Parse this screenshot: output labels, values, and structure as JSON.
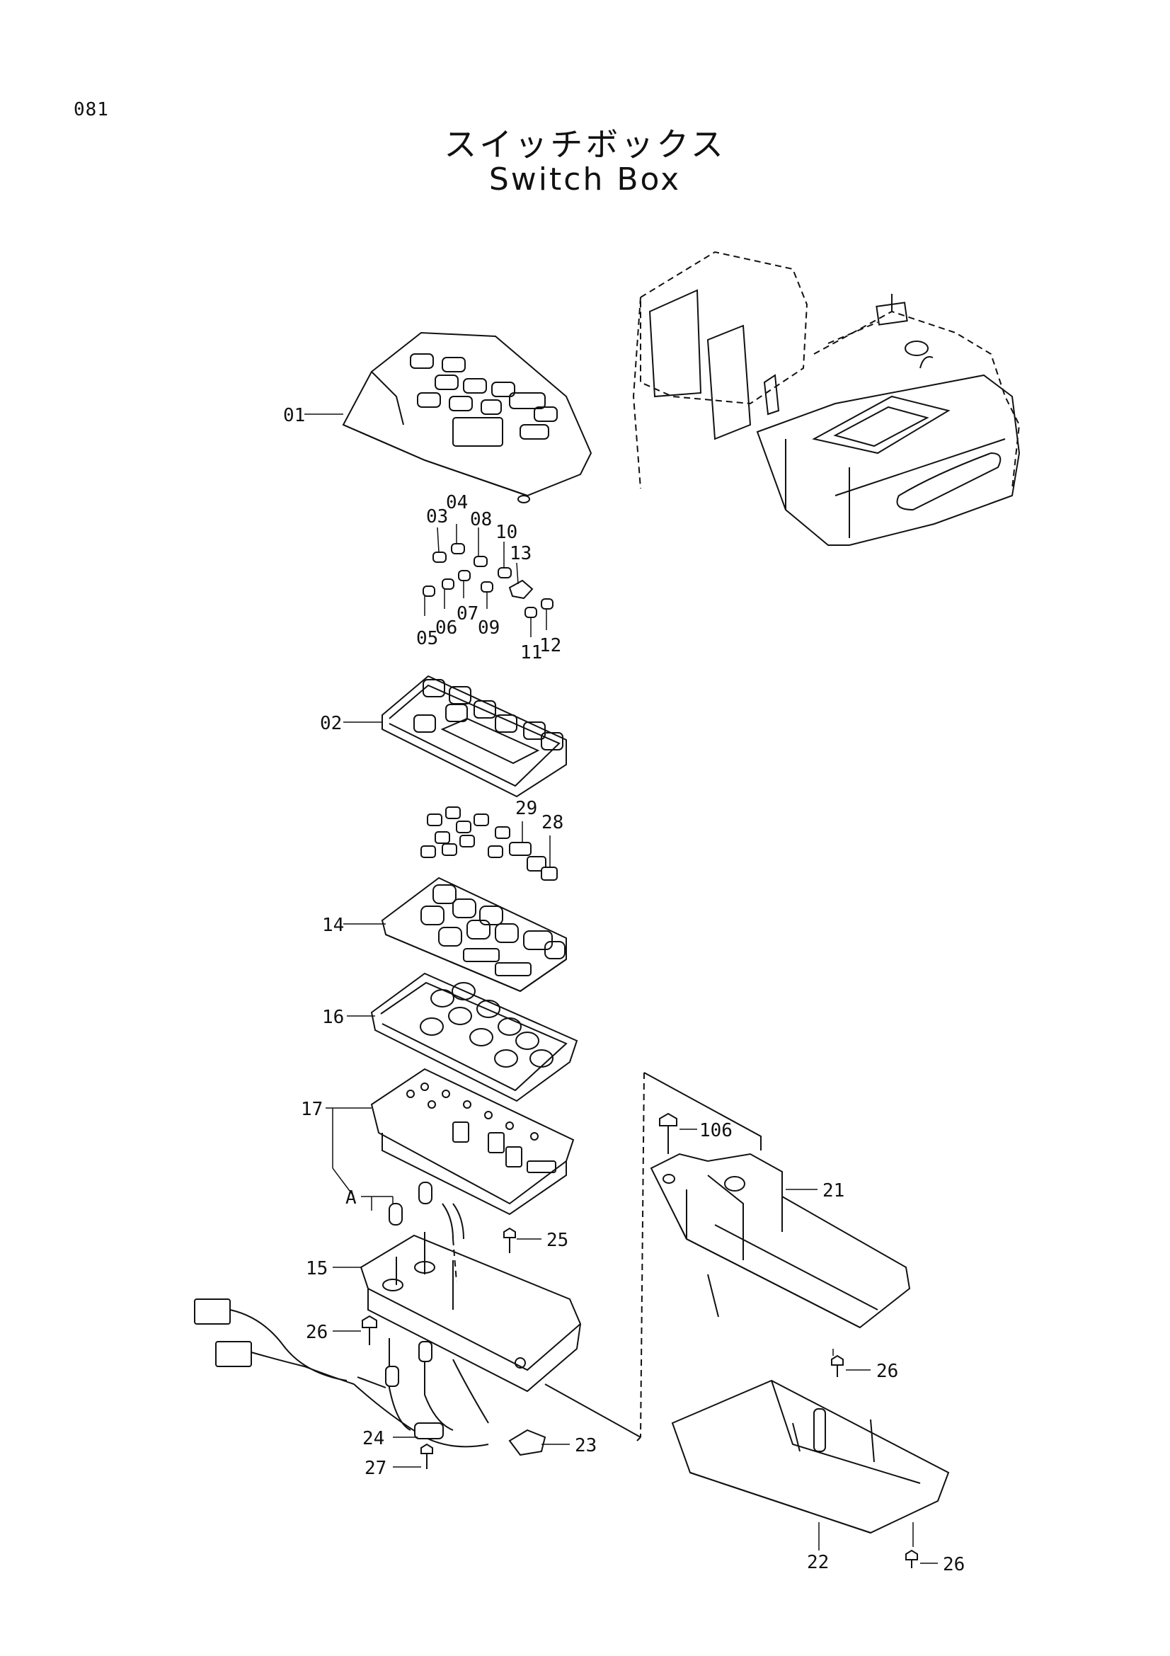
{
  "header": {
    "page_number": "081",
    "title_jp": "スイッチボックス",
    "title_en": "Switch Box"
  },
  "callouts": {
    "c01": "01",
    "c02": "02",
    "c03": "03",
    "c04": "04",
    "c05": "05",
    "c06": "06",
    "c07": "07",
    "c08": "08",
    "c09": "09",
    "c10": "10",
    "c11": "11",
    "c12": "12",
    "c13": "13",
    "c14": "14",
    "c15": "15",
    "c16": "16",
    "c17": "17",
    "c21": "21",
    "c22": "22",
    "c23": "23",
    "c24": "24",
    "c25": "25",
    "c26a": "26",
    "c26b": "26",
    "c26c": "26",
    "c27": "27",
    "c28": "28",
    "c29": "29",
    "c106": "106",
    "cA": "A"
  }
}
